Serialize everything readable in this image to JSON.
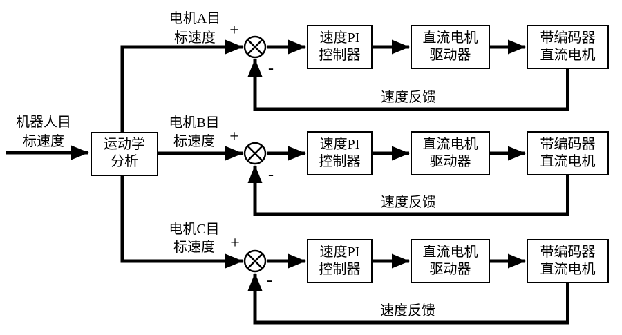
{
  "diagram": {
    "colors": {
      "line": "#000000",
      "background": "#ffffff"
    },
    "signs": {
      "plus": "+",
      "minus": "-"
    },
    "input": {
      "label_lines": [
        "机器人目",
        "标速度"
      ]
    },
    "kinematics": {
      "label_lines": [
        "运动学",
        "分析"
      ]
    },
    "channels": [
      {
        "name": "A",
        "target_label_lines": [
          "电机A目",
          "标速度"
        ],
        "controller_label_lines": [
          "速度PI",
          "控制器"
        ],
        "driver_label_lines": [
          "直流电机",
          "驱动器"
        ],
        "motor_label_lines": [
          "带编码器",
          "直流电机"
        ],
        "feedback_label": "速度反馈"
      },
      {
        "name": "B",
        "target_label_lines": [
          "电机B目",
          "标速度"
        ],
        "controller_label_lines": [
          "速度PI",
          "控制器"
        ],
        "driver_label_lines": [
          "直流电机",
          "驱动器"
        ],
        "motor_label_lines": [
          "带编码器",
          "直流电机"
        ],
        "feedback_label": "速度反馈"
      },
      {
        "name": "C",
        "target_label_lines": [
          "电机C目",
          "标速度"
        ],
        "controller_label_lines": [
          "速度PI",
          "控制器"
        ],
        "driver_label_lines": [
          "直流电机",
          "驱动器"
        ],
        "motor_label_lines": [
          "带编码器",
          "直流电机"
        ],
        "feedback_label": "速度反馈"
      }
    ]
  }
}
